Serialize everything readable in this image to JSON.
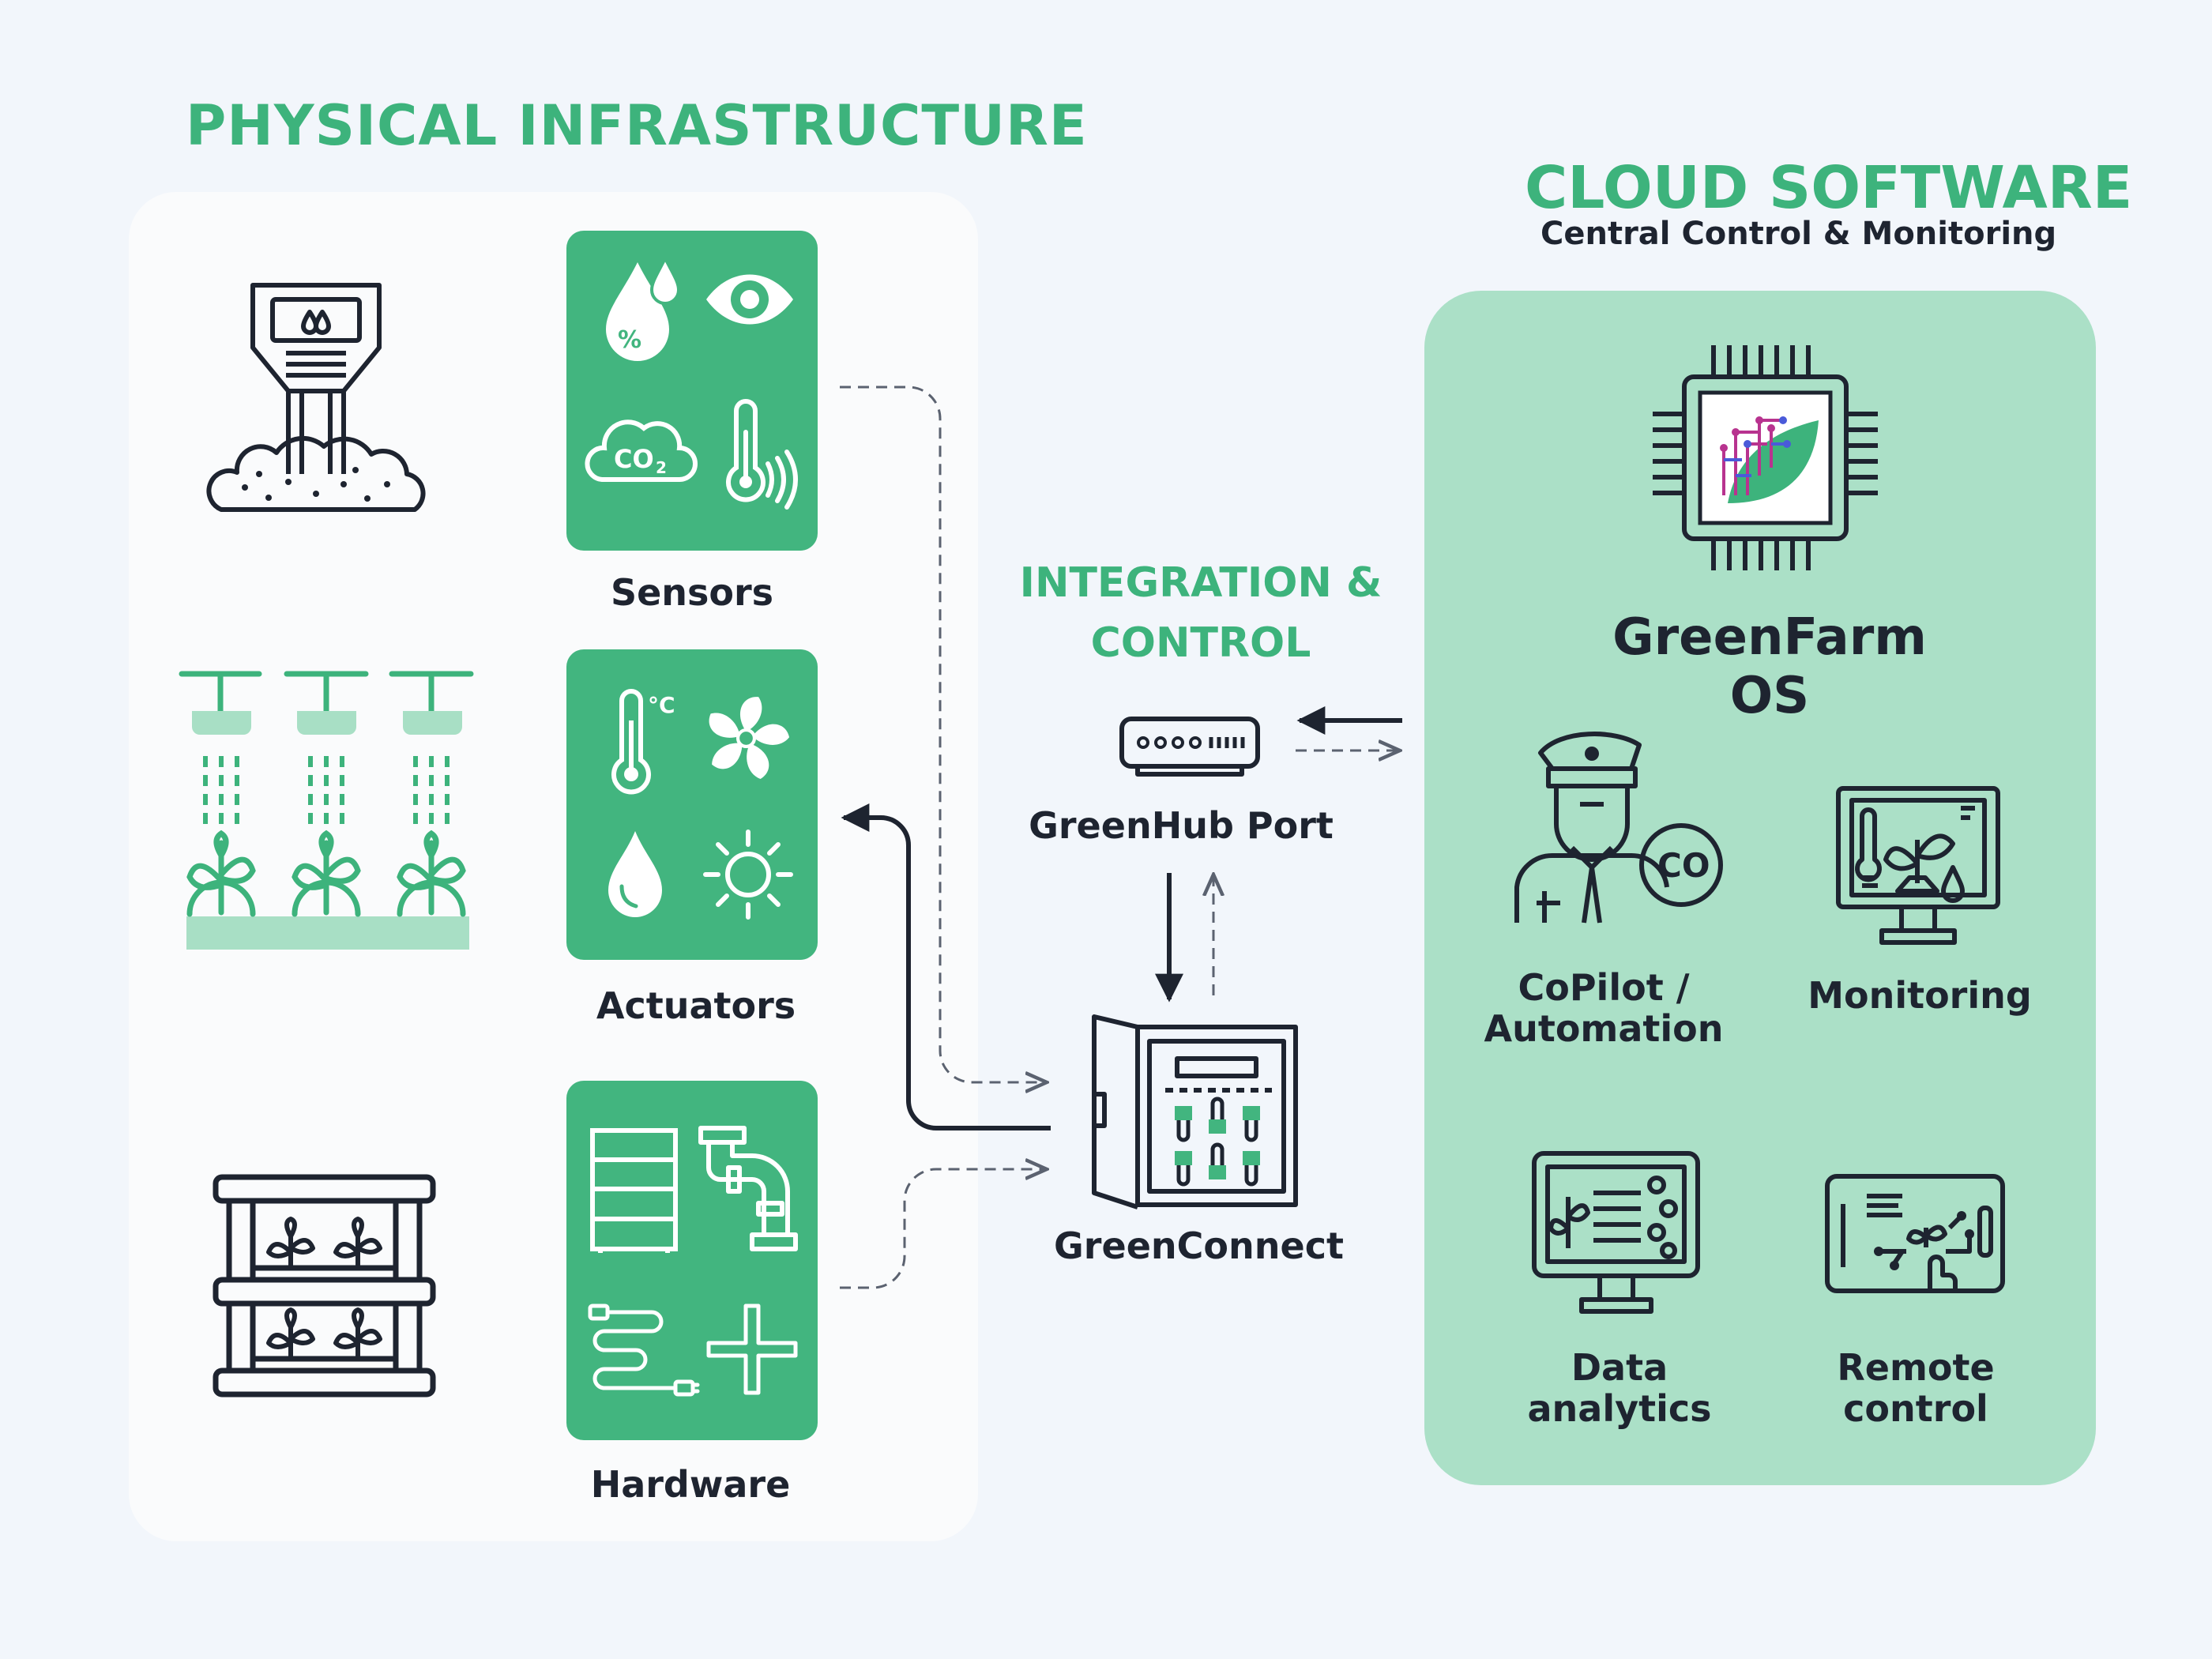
{
  "physical": {
    "title": "PHYSICAL INFRASTRUCTURE",
    "sensors_label": "Sensors",
    "actuators_label": "Actuators",
    "hardware_label": "Hardware",
    "sensors_co2_text": "CO",
    "sensors_co2_sub": "2",
    "sensors_percent_text": "%",
    "actuators_celsius_text": "°C"
  },
  "integration": {
    "title_line1": "INTEGRATION &",
    "title_line2": "CONTROL",
    "hub_label": "GreenHub Port",
    "connect_label": "GreenConnect"
  },
  "cloud": {
    "title": "CLOUD SOFTWARE",
    "subtitle": "Central Control & Monitoring",
    "os_name": "GreenFarm OS",
    "copilot_badge": "CO",
    "features": {
      "copilot_line1": "CoPilot /",
      "copilot_line2": "Automation",
      "monitoring": "Monitoring",
      "analytics_line1": "Data",
      "analytics_line2": "analytics",
      "remote_line1": "Remote",
      "remote_line2": "control"
    }
  },
  "colors": {
    "brand_green": "#3db37c",
    "tile_green": "#42b57f",
    "cloud_panel": "#abe0c7",
    "light_green": "#a8dfc5",
    "ink": "#1e2430",
    "background": "#f2f6fb"
  },
  "icons": [
    "soil-sensor-icon",
    "irrigation-icon",
    "vertical-farm-rack-icon",
    "humidity-icon",
    "eye-icon",
    "co2-cloud-icon",
    "thermometer-signal-icon",
    "thermometer-icon",
    "fan-icon",
    "water-drop-icon",
    "sun-icon",
    "shelf-icon",
    "pipe-icon",
    "cable-icon",
    "cross-connector-icon",
    "router-icon",
    "control-cabinet-icon",
    "chip-icon",
    "pilot-icon",
    "monitor-plant-icon",
    "analytics-monitor-icon",
    "tablet-touch-icon"
  ]
}
